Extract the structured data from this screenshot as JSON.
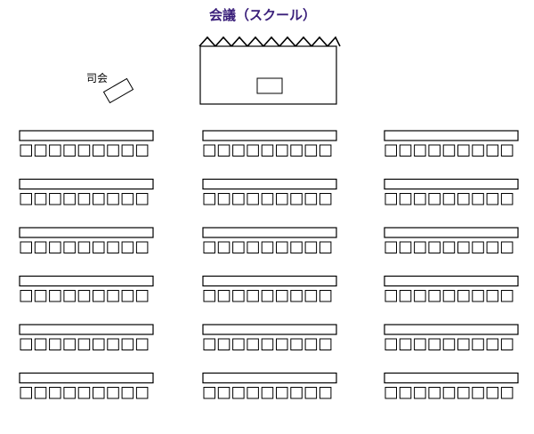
{
  "title": "会議（スクール）",
  "mc_label": "司会",
  "colors": {
    "title": "#3a1f7a",
    "line": "#000000",
    "background": "#ffffff"
  },
  "layout": {
    "table_columns": 3,
    "table_rows_per_column": 6,
    "chairs_per_table": 9
  }
}
